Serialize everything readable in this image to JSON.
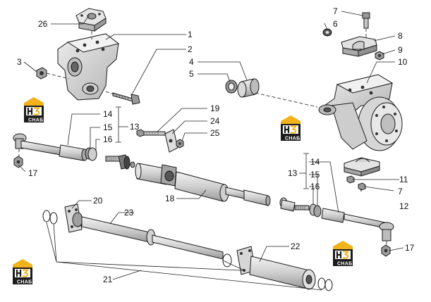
{
  "diagram": {
    "callouts": {
      "c1": "1",
      "c2": "2",
      "c3": "3",
      "c4": "4",
      "c5": "5",
      "c6": "6",
      "c7a": "7",
      "c7b": "7",
      "c8": "8",
      "c9": "9",
      "c10": "10",
      "c11": "11",
      "c12": "12",
      "c13a": "13",
      "c13b": "13",
      "c14a": "14",
      "c14b": "14",
      "c15a": "15",
      "c15b": "15",
      "c16a": "16",
      "c16b": "16",
      "c17a": "17",
      "c17b": "17",
      "c18": "18",
      "c19": "19",
      "c20": "20",
      "c21": "21",
      "c22": "22",
      "c23": "23",
      "c24": "24",
      "c25": "25",
      "c26": "26"
    },
    "logo": {
      "letters": "НЗ",
      "caption": "СНАБ",
      "accent_color": "#f2b21b",
      "dark_color": "#1c1c1c"
    },
    "icons": [
      "logo-nz-snab"
    ]
  }
}
